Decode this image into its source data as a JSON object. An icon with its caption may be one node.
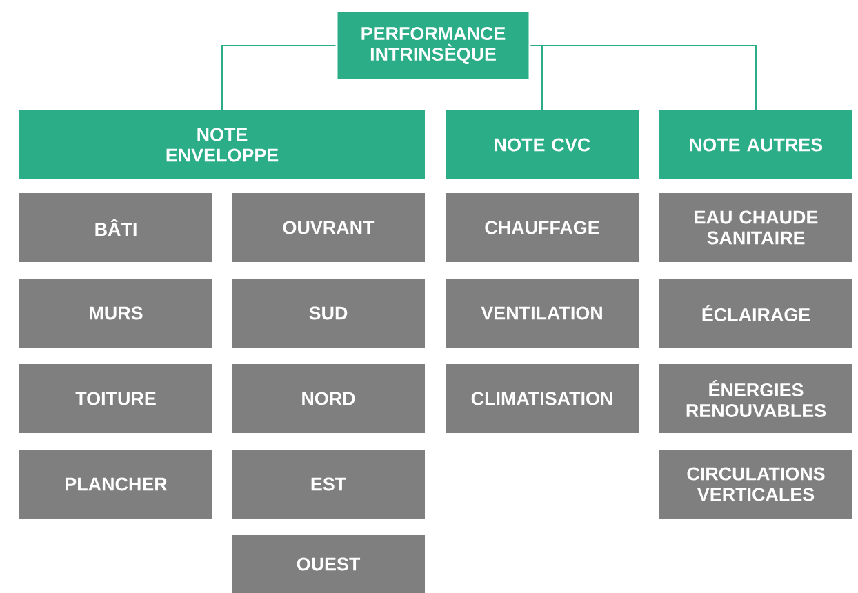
{
  "diagram": {
    "nodes": [
      {
        "text": [
          "PERFORMANCE INTRINSÈQUE"
        ]
      },
      {
        "text": [
          "NOTE ENVELOPPE"
        ]
      },
      {
        "text": [
          "NOTE CVC"
        ]
      },
      {
        "text": [
          "NOTE AUTRES"
        ]
      },
      {
        "text": [
          "BÂTI"
        ]
      },
      {
        "text": [
          "OUVRANT"
        ]
      },
      {
        "text": [
          "CHAUFFAGE"
        ]
      },
      {
        "text": [
          "EAU CHAUDE SANITAIRE"
        ]
      },
      {
        "text": [
          "MURS"
        ]
      },
      {
        "text": [
          "SUD"
        ]
      },
      {
        "text": [
          "VENTILATION"
        ]
      },
      {
        "text": [
          "ÉCLAIRAGE"
        ]
      },
      {
        "text": [
          "TOITURE"
        ]
      },
      {
        "text": [
          "NORD"
        ]
      },
      {
        "text": [
          "CLIMATISATION"
        ]
      },
      {
        "text": [
          "ÉNERGIES RENOUVABLES"
        ]
      },
      {
        "text": [
          "PLANCHER"
        ]
      },
      {
        "text": [
          "EST"
        ]
      },
      {
        "text": [
          "CIRCULATIONS VERTICALES"
        ]
      },
      {
        "text": [
          "OUEST"
        ]
      }
    ],
    "edges": [
      {
        "from": 0,
        "to": 1,
        "arrow": "none"
      },
      {
        "from": 0,
        "to": 2,
        "arrow": "none"
      },
      {
        "from": 0,
        "to": 3,
        "arrow": "none"
      }
    ]
  }
}
